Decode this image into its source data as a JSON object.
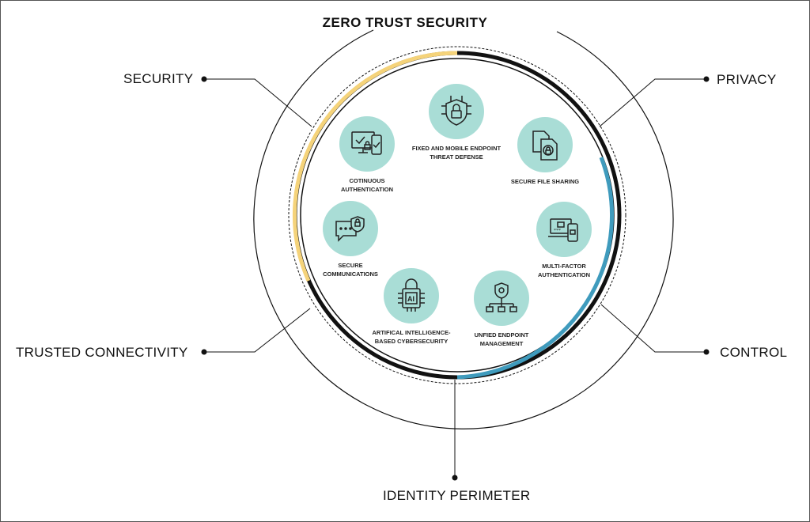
{
  "title": "ZERO TRUST SECURITY",
  "outer_labels": {
    "security": "SECURITY",
    "privacy": "PRIVACY",
    "trusted_connectivity": "TRUSTED CONNECTIVITY",
    "control": "CONTROL",
    "identity_perimeter": "IDENTITY PERIMETER"
  },
  "nodes": {
    "threat_defense": {
      "label": "FIXED AND MOBILE ENDPOINT\nTHREAT DEFENSE",
      "icon": "shield-lock-circuit-icon"
    },
    "file_sharing": {
      "label": "SECURE FILE SHARING",
      "icon": "file-lock-icon"
    },
    "mfa": {
      "label": "MULTI-FACTOR\nAUTHENTICATION",
      "icon": "laptop-phone-lock-icon"
    },
    "endpoint_mgmt": {
      "label": "UNFIED ENDPOINT\nMANAGEMENT",
      "icon": "network-shield-icon"
    },
    "ai_security": {
      "label": "ARTIFICAL INTELLIGENCE-\nBASED CYBERSECURITY",
      "icon": "ai-chip-lock-icon"
    },
    "secure_comms": {
      "label": "SECURE\nCOMMUNICATIONS",
      "icon": "chat-lock-icon"
    },
    "continuous_auth": {
      "label": "COTINUOUS\nAUTHENTICATION",
      "icon": "monitor-phone-lock-icon"
    }
  },
  "colors": {
    "yellow_arc": "#f5d37a",
    "blue_arc": "#3f9bbd",
    "black_arc": "#111111",
    "node_fill": "#a9ddd6"
  }
}
